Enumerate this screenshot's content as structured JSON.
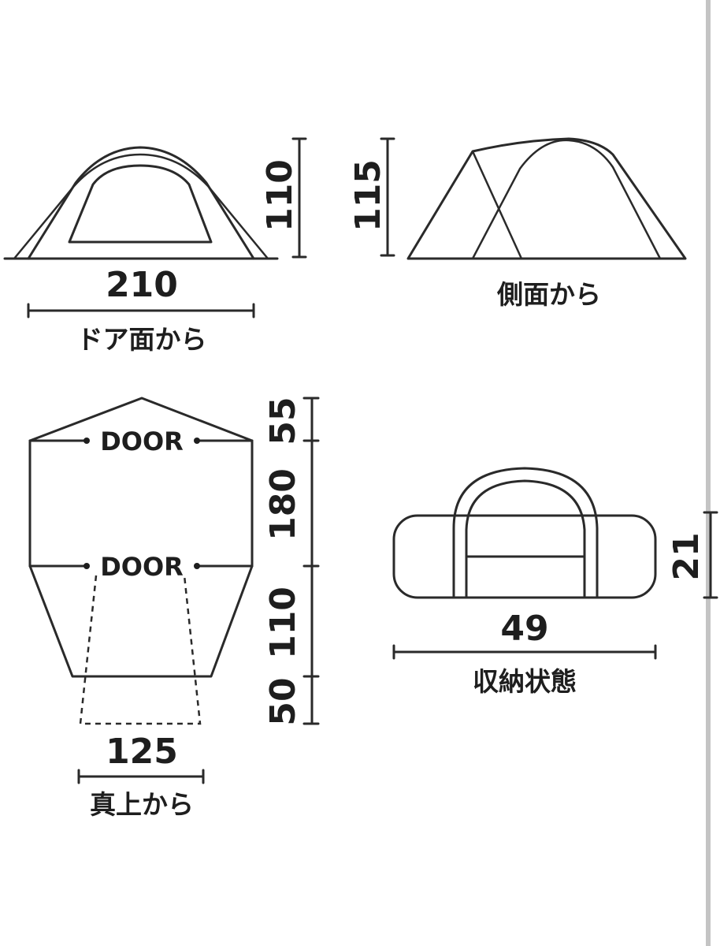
{
  "views": {
    "door_side": {
      "width": "210",
      "height": "110",
      "caption": "ドア面から"
    },
    "side": {
      "height": "115",
      "caption": "側面から"
    },
    "top": {
      "door_front": "DOOR",
      "door_rear": "DOOR",
      "dim_front": "55",
      "dim_inner": "180",
      "dim_vestibule": "110",
      "dim_extension": "50",
      "width": "125",
      "caption": "真上から"
    },
    "packed": {
      "width": "49",
      "height": "21",
      "caption": "収納状態"
    }
  },
  "colors": {
    "line": "#2a2a2a",
    "text": "#1e1e1e",
    "right_edge_bar": "#c4c4c4"
  }
}
